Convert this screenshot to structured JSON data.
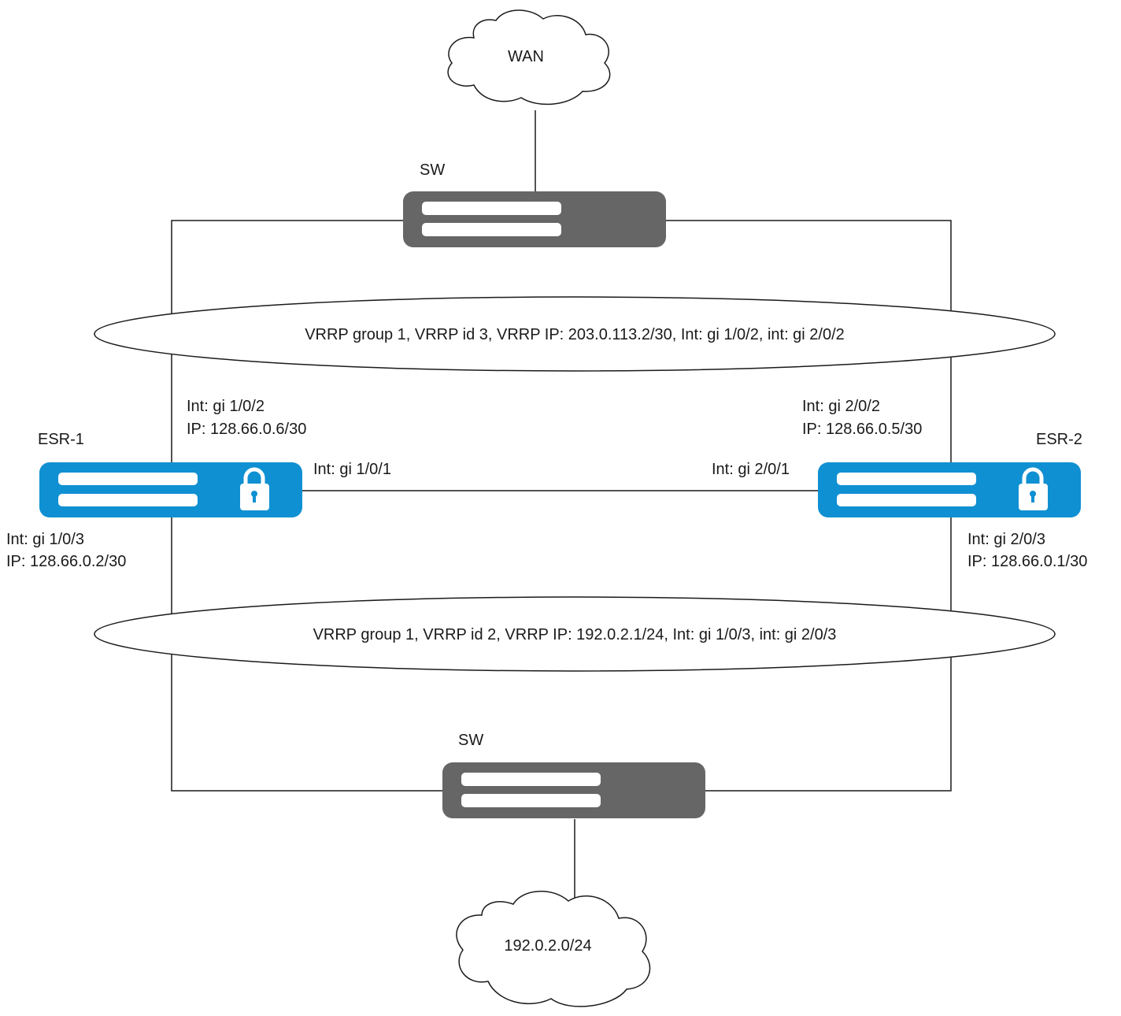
{
  "clouds": {
    "wan": {
      "label": "WAN"
    },
    "lan": {
      "label": "192.0.2.0/24"
    }
  },
  "switches": {
    "top": {
      "label": "SW"
    },
    "bottom": {
      "label": "SW"
    }
  },
  "routers": {
    "esr1": {
      "label": "ESR-1",
      "wan_int": "Int: gi 1/0/2",
      "wan_ip": "IP: 128.66.0.6/30",
      "link_int": "Int: gi 1/0/1",
      "lan_int": "Int: gi 1/0/3",
      "lan_ip": "IP: 128.66.0.2/30"
    },
    "esr2": {
      "label": "ESR-2",
      "wan_int": "Int: gi 2/0/2",
      "wan_ip": "IP: 128.66.0.5/30",
      "link_int": "Int: gi 2/0/1",
      "lan_int": "Int: gi 2/0/3",
      "lan_ip": "IP: 128.66.0.1/30"
    }
  },
  "vrrp": {
    "upper": "VRRP group 1, VRRP id 3, VRRP IP: 203.0.113.2/30, Int: gi 1/0/2, int: gi 2/0/2",
    "lower": "VRRP group 1, VRRP id 2, VRRP IP: 192.0.2.1/24, Int: gi 1/0/3, int: gi 2/0/3"
  },
  "colors": {
    "switch": "#666666",
    "router": "#0f90d2",
    "line": "#1a1a1a"
  },
  "icons": {
    "switch": "network-switch-icon",
    "router": "secure-router-icon",
    "lock": "lock-icon",
    "cloud": "cloud-icon"
  }
}
